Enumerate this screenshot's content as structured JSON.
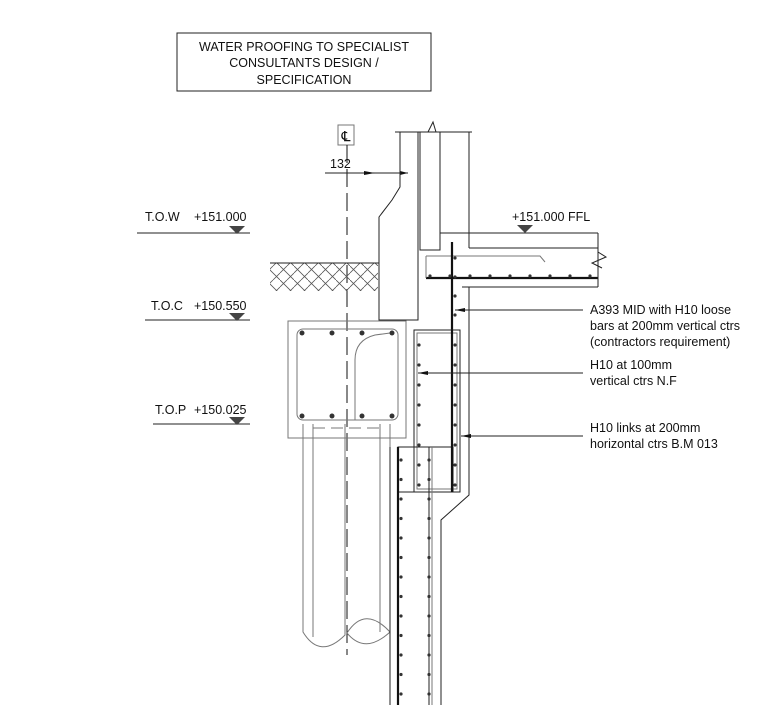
{
  "title_box": {
    "lines": [
      "WATER PROOFING TO SPECIALIST",
      "CONSULTANTS DESIGN /",
      "SPECIFICATION"
    ]
  },
  "centerline": {
    "symbol": "CL",
    "symbol_text": "℄",
    "dimension": "132"
  },
  "levels": [
    {
      "label": "T.O.W",
      "value": "+151.000"
    },
    {
      "label": "T.O.C",
      "value": "+150.550"
    },
    {
      "label": "T.O.P",
      "value": "+150.025"
    }
  ],
  "ffl_level": "+151.000 FFL",
  "annotations": [
    {
      "lines": [
        "A393 MID with H10 loose",
        "bars at 200mm vertical ctrs",
        "(contractors requirement)"
      ]
    },
    {
      "lines": [
        "H10 at 100mm",
        "vertical ctrs N.F"
      ]
    },
    {
      "lines": [
        "H10 links at 200mm",
        "horizontal ctrs B.M 013"
      ]
    }
  ]
}
